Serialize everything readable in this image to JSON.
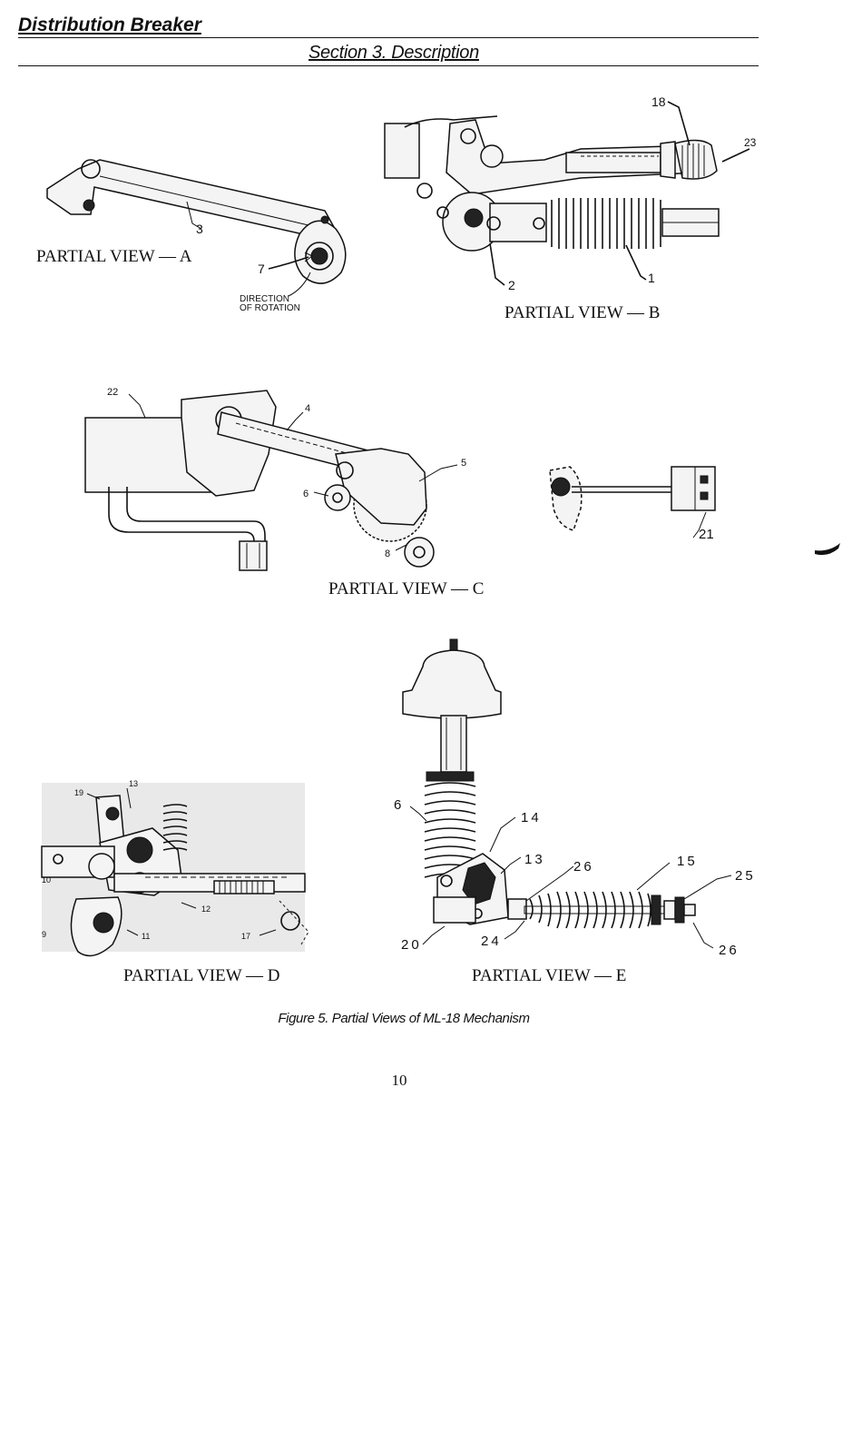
{
  "header": {
    "doc_title": "Distribution Breaker",
    "section": "Section 3.  Description"
  },
  "views": {
    "a": {
      "label": "PARTIAL VIEW — A",
      "callouts": [
        "3",
        "7"
      ],
      "note_line1": "DIRECTION",
      "note_line2": "OF ROTATION"
    },
    "b": {
      "label": "PARTIAL VIEW — B",
      "callouts": [
        "18",
        "23",
        "2",
        "1"
      ]
    },
    "c": {
      "label": "PARTIAL VIEW — C",
      "callouts": [
        "22",
        "4",
        "5",
        "6",
        "8",
        "21"
      ]
    },
    "d": {
      "label": "PARTIAL VIEW — D",
      "callouts": [
        "19",
        "13",
        "10",
        "12",
        "9",
        "11",
        "17"
      ]
    },
    "e": {
      "label": "PARTIAL VIEW — E",
      "callouts": [
        "6",
        "14",
        "13",
        "26",
        "15",
        "25",
        "20",
        "24",
        "26"
      ]
    }
  },
  "caption": "Figure 5.  Partial Views of ML-18 Mechanism",
  "page_number": "10"
}
